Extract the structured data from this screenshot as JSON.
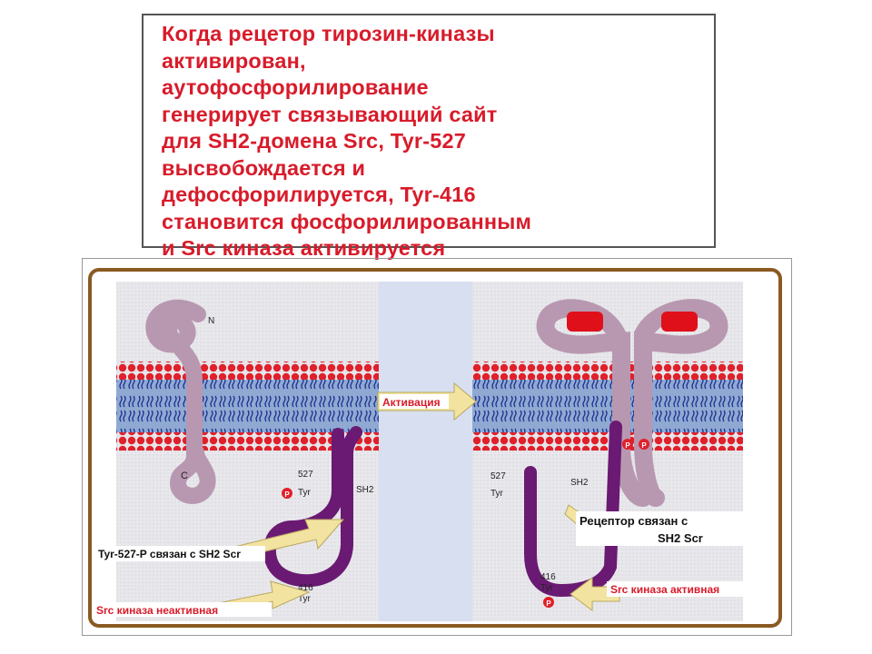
{
  "caption": {
    "lines": [
      "Когда рецетор тирозин-киназы",
      "активирован,",
      "аутофосфорилирование",
      "генерирует связывающий сайт",
      "для SH2-домена Src, Tyr-527",
      "высвобождается и",
      "дефосфорилируется, Tyr-416",
      "становится фосфорилированным",
      "и Src киназа  активируется"
    ]
  },
  "diagram": {
    "left": {
      "n_label": "N",
      "c_label": "C",
      "tyr527_num": "527",
      "tyr527_name": "Tyr",
      "sh2_label": "SH2",
      "tyr416_num": "416",
      "tyr416_name": "Tyr",
      "p_label": "P",
      "callout_bound": "Tyr-527-P  связан с SH2 Scr",
      "callout_inactive": "Src киназа неактивная"
    },
    "arrow_label": "Активация",
    "right": {
      "tyr527_num": "527",
      "tyr527_name": "Tyr",
      "sh2_label": "SH2",
      "tyr416_num": "416",
      "tyr416_name": "Tyr",
      "p_label": "P",
      "callout_receptor_1": "Рецептор связан с",
      "callout_receptor_2": "SH2 Scr",
      "callout_active": "Src киназа активная"
    },
    "colors": {
      "frame": "#8a5a22",
      "membrane_blue": "#8fa9d2",
      "lipid_head": "#e0202a",
      "protein": "#b898b0",
      "src_kinase": "#6a1a72",
      "callout_arrow": "#f3e3a0",
      "label_red": "#d81b2a"
    }
  }
}
